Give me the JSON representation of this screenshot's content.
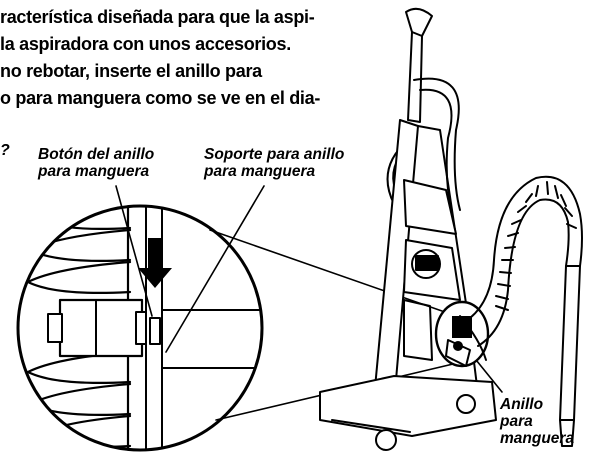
{
  "instructions": {
    "lines": [
      "racterística diseñada para que la aspi-",
      "la aspiradora con unos accesorios.",
      "no rebotar, inserte el anillo para",
      "o para manguera como se ve en el dia-"
    ],
    "stray_mark": "?"
  },
  "callouts": {
    "hose_ring_button": [
      "Botón del anillo",
      "para manguera"
    ],
    "hose_ring_holder": [
      "Soporte para anillo",
      "para manguera"
    ],
    "hose_ring": [
      "Anillo",
      "para",
      "manguera"
    ]
  },
  "colors": {
    "ink": "#000000",
    "paper": "#ffffff"
  }
}
